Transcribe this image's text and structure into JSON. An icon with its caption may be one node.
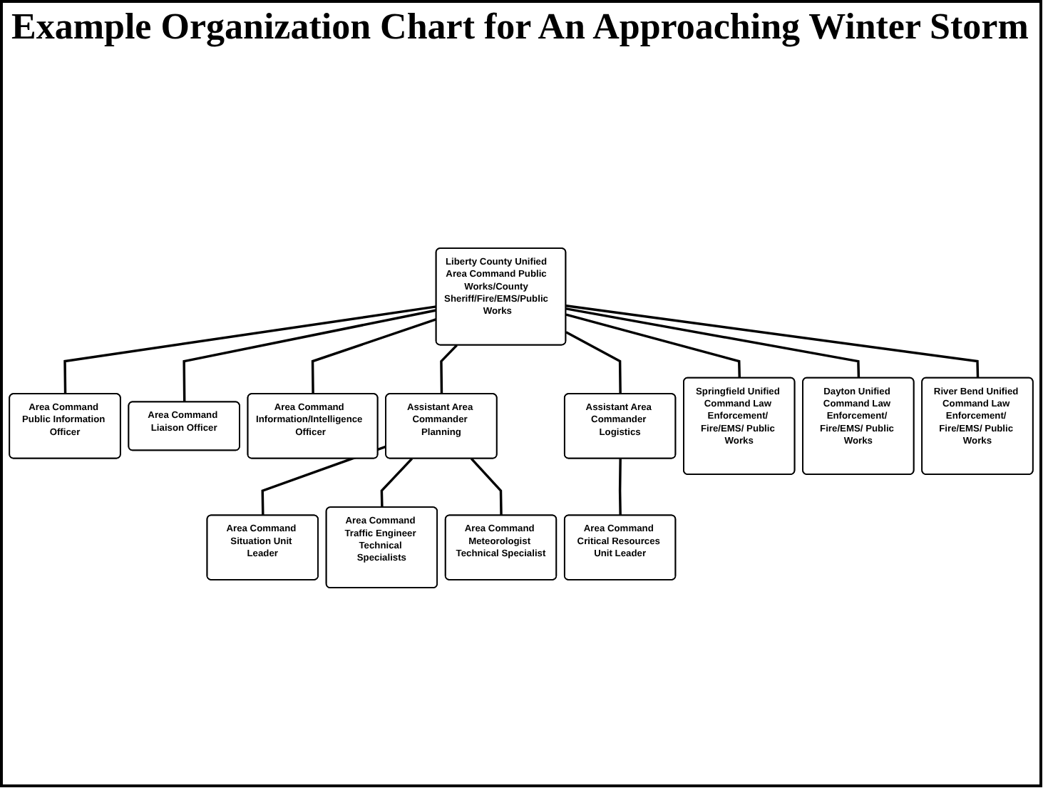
{
  "diagram": {
    "title": "Example Organization Chart for An Approaching Winter Storm",
    "nodes": [
      {
        "text": [
          "Liberty County Unified Area Command Public Works/County Sheriff/Fire/EMS/Public Works"
        ]
      },
      {
        "text": [
          "Area Command Public Information Officer"
        ]
      },
      {
        "text": [
          "Area Command Liaison Officer"
        ]
      },
      {
        "text": [
          "Area Command Information/Intelligence Officer"
        ]
      },
      {
        "text": [
          "Assistant Area Commander Planning"
        ]
      },
      {
        "text": [
          "Assistant Area Commander Logistics"
        ]
      },
      {
        "text": [
          "Area Command Situation Unit Leader"
        ]
      },
      {
        "text": [
          "Area Command Traffic Engineer Technical Specialists"
        ]
      },
      {
        "text": [
          "Area Command Critical Resources Unit Leader"
        ]
      },
      {
        "text": [
          "Area Command Meteorologist Technical Specialist"
        ]
      },
      {
        "text": [
          "Springfield Unified Command Law Enforcement/ Fire/EMS/ Public Works"
        ]
      },
      {
        "text": [
          "Dayton Unified Command Law Enforcement/ Fire/EMS/ Public Works"
        ]
      },
      {
        "text": [
          "River Bend Unified Command Law Enforcement/ Fire/EMS/ Public Works"
        ]
      }
    ],
    "edges": [
      {
        "from": 0,
        "to": 1,
        "arrow": "none"
      },
      {
        "from": 0,
        "to": 2,
        "arrow": "none"
      },
      {
        "from": 0,
        "to": 3,
        "arrow": "none"
      },
      {
        "from": 0,
        "to": 4,
        "arrow": "none"
      },
      {
        "from": 0,
        "to": 5,
        "arrow": "none"
      },
      {
        "from": 0,
        "to": 10,
        "arrow": "none"
      },
      {
        "from": 0,
        "to": 11,
        "arrow": "none"
      },
      {
        "from": 0,
        "to": 12,
        "arrow": "none"
      },
      {
        "from": 4,
        "to": 6,
        "arrow": "none"
      },
      {
        "from": 4,
        "to": 7,
        "arrow": "none"
      },
      {
        "from": 4,
        "to": 9,
        "arrow": "none"
      },
      {
        "from": 5,
        "to": 8,
        "arrow": "none"
      }
    ]
  }
}
